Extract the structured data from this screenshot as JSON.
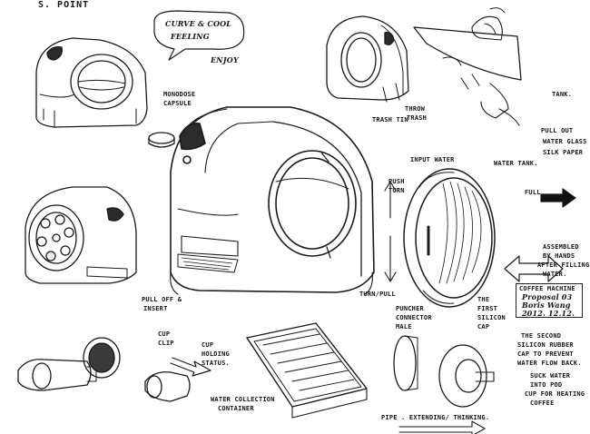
{
  "sheet": {
    "title": "S. POINT",
    "callouts": {
      "curve_cool": [
        "CURVE & COOL",
        "FEELING"
      ],
      "enjoy": "ENJOY",
      "monodose": [
        "MONODOSE",
        "CAPSULE"
      ],
      "trash_tin": "TRASH TIN",
      "throw_trash": [
        "THROW",
        "TRASH"
      ],
      "tank": "TANK.",
      "pull_out": [
        "PULL OUT",
        "WATER GLASS",
        "SILK PAPER"
      ],
      "input_water": "INPUT WATER",
      "water_tank": "WATER TANK.",
      "push_turn": [
        "PUSH",
        "TURN"
      ],
      "full": "FULL",
      "assembled": [
        "ASSEMBLED",
        "BY HANDS",
        "AFTER FILLING",
        "WATER."
      ],
      "pull_off_insert": [
        "PULL OFF &",
        "INSERT"
      ],
      "turn_pull": "TURN/PULL",
      "puncher": [
        "PUNCHER",
        "CONNECTOR",
        "MALE"
      ],
      "first_silicon": [
        "THE",
        "FIRST",
        "SILICON",
        "CAP"
      ],
      "second_silicon": [
        "THE SECOND",
        "SILICON RUBBER",
        "CAP TO PREVENT",
        "WATER FLOW BACK."
      ],
      "cup_clip": [
        "CUP",
        "CLIP"
      ],
      "cup_holding": [
        "CUP",
        "HOLDING",
        "STATUS."
      ],
      "water_collection": [
        "WATER COLLECTION",
        "CONTAINER"
      ],
      "suck_water": [
        "SUCK WATER",
        "INTO POD",
        "CUP FOR HEATING",
        "COFFEE"
      ],
      "pipe": "PIPE . EXTENDING/ THINKING."
    },
    "info_box": [
      "COFFEE MACHINE",
      "Proposal 03",
      "Boris Wang",
      "2012. 12.12."
    ]
  }
}
